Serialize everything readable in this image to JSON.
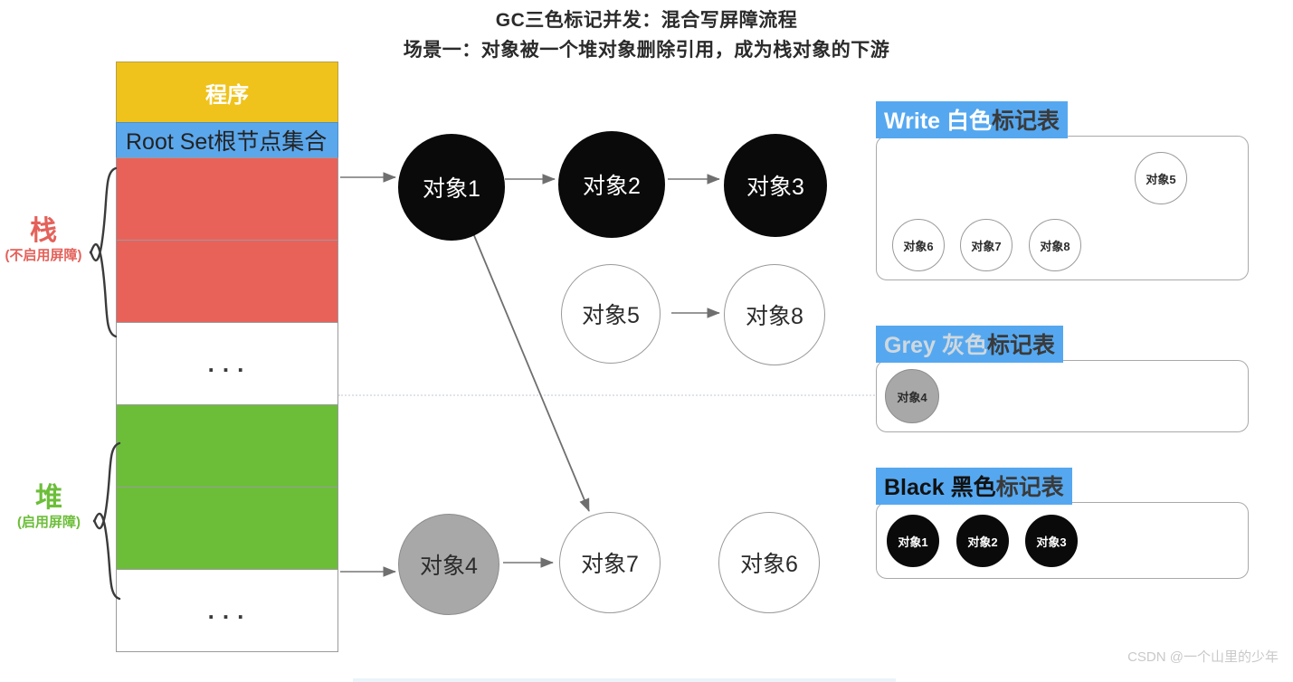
{
  "title": {
    "main": "GC三色标记并发：混合写屏障流程",
    "sub": "场景一：对象被一个堆对象删除引用，成为栈对象的下游"
  },
  "memory_column": {
    "cells": [
      {
        "label": "程序",
        "kind": "program",
        "color": "#efc31c"
      },
      {
        "label": "Root Set根节点集合",
        "kind": "rootset",
        "color": "#5ba7ec"
      },
      {
        "label": "",
        "kind": "stack-slot",
        "color": "#e8625a"
      },
      {
        "label": "",
        "kind": "stack-slot",
        "color": "#e8625a"
      },
      {
        "label": "...",
        "kind": "blank",
        "color": "#ffffff"
      },
      {
        "label": "",
        "kind": "heap-slot",
        "color": "#6cbe39"
      },
      {
        "label": "",
        "kind": "heap-slot",
        "color": "#6cbe39"
      },
      {
        "label": "...",
        "kind": "blank",
        "color": "#ffffff"
      }
    ]
  },
  "side_labels": {
    "stack": {
      "name": "栈",
      "note": "(不启用屏障)",
      "color": "#e4615a"
    },
    "heap": {
      "name": "堆",
      "note": "(启用屏障)",
      "color": "#6cbe39"
    }
  },
  "graph": {
    "nodes": [
      {
        "id": "obj1",
        "label": "对象1",
        "color": "black"
      },
      {
        "id": "obj2",
        "label": "对象2",
        "color": "black"
      },
      {
        "id": "obj3",
        "label": "对象3",
        "color": "black"
      },
      {
        "id": "obj5",
        "label": "对象5",
        "color": "white"
      },
      {
        "id": "obj8",
        "label": "对象8",
        "color": "white"
      },
      {
        "id": "obj4",
        "label": "对象4",
        "color": "grey"
      },
      {
        "id": "obj7",
        "label": "对象7",
        "color": "white"
      },
      {
        "id": "obj6",
        "label": "对象6",
        "color": "white"
      }
    ],
    "edges": [
      {
        "from": "rootset-slot",
        "to": "obj1"
      },
      {
        "from": "obj1",
        "to": "obj2"
      },
      {
        "from": "obj2",
        "to": "obj3"
      },
      {
        "from": "obj5",
        "to": "obj8"
      },
      {
        "from": "obj1",
        "to": "obj7"
      },
      {
        "from": "heap-slot",
        "to": "obj4"
      },
      {
        "from": "obj4",
        "to": "obj7"
      }
    ]
  },
  "mark_tables": [
    {
      "id": "white-table",
      "header_en": "Write ",
      "header_cn_highlight": "白色",
      "header_cn": "标记表",
      "items": [
        "对象5",
        "对象6",
        "对象7",
        "对象8"
      ],
      "chip_color": "white",
      "header_bg": "#55a8f0"
    },
    {
      "id": "grey-table",
      "header_en": "Grey ",
      "header_cn_highlight": "灰色",
      "header_cn": "标记表",
      "items": [
        "对象4"
      ],
      "chip_color": "grey",
      "header_bg": "#55a8f0"
    },
    {
      "id": "black-table",
      "header_en": "Black ",
      "header_cn_highlight": "黑色",
      "header_cn": "标记表",
      "items": [
        "对象1",
        "对象2",
        "对象3"
      ],
      "chip_color": "black",
      "header_bg": "#55a8f0"
    }
  ],
  "watermark": "CSDN @一个山里的少年"
}
